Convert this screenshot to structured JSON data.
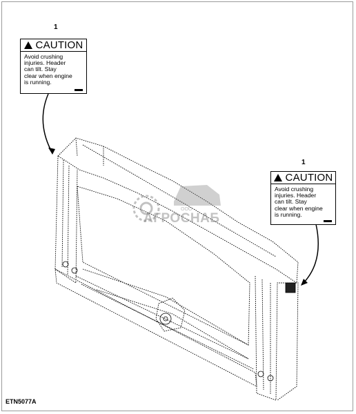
{
  "callouts": [
    {
      "number": "1"
    },
    {
      "number": "1"
    }
  ],
  "labels": [
    {
      "heading": "CAUTION",
      "lines": [
        "Avoid crushing",
        "injuries. Header",
        "can tilt. Stay",
        "clear when engine",
        "is running."
      ]
    },
    {
      "heading": "CAUTION",
      "lines": [
        "Avoid crushing",
        "injuries. Header",
        "can tilt. Stay",
        "clear when engine",
        "is running."
      ]
    }
  ],
  "figure_id": "ETN5077A",
  "watermark": {
    "prefix": "ООО",
    "name": "АГРОСНАБ"
  },
  "icons": [
    "warning-triangle-icon",
    "leader-arrow-icon"
  ],
  "colors": {
    "line": "#000000",
    "frame": "#9a9a9a",
    "watermark": "#8c8c8c"
  }
}
